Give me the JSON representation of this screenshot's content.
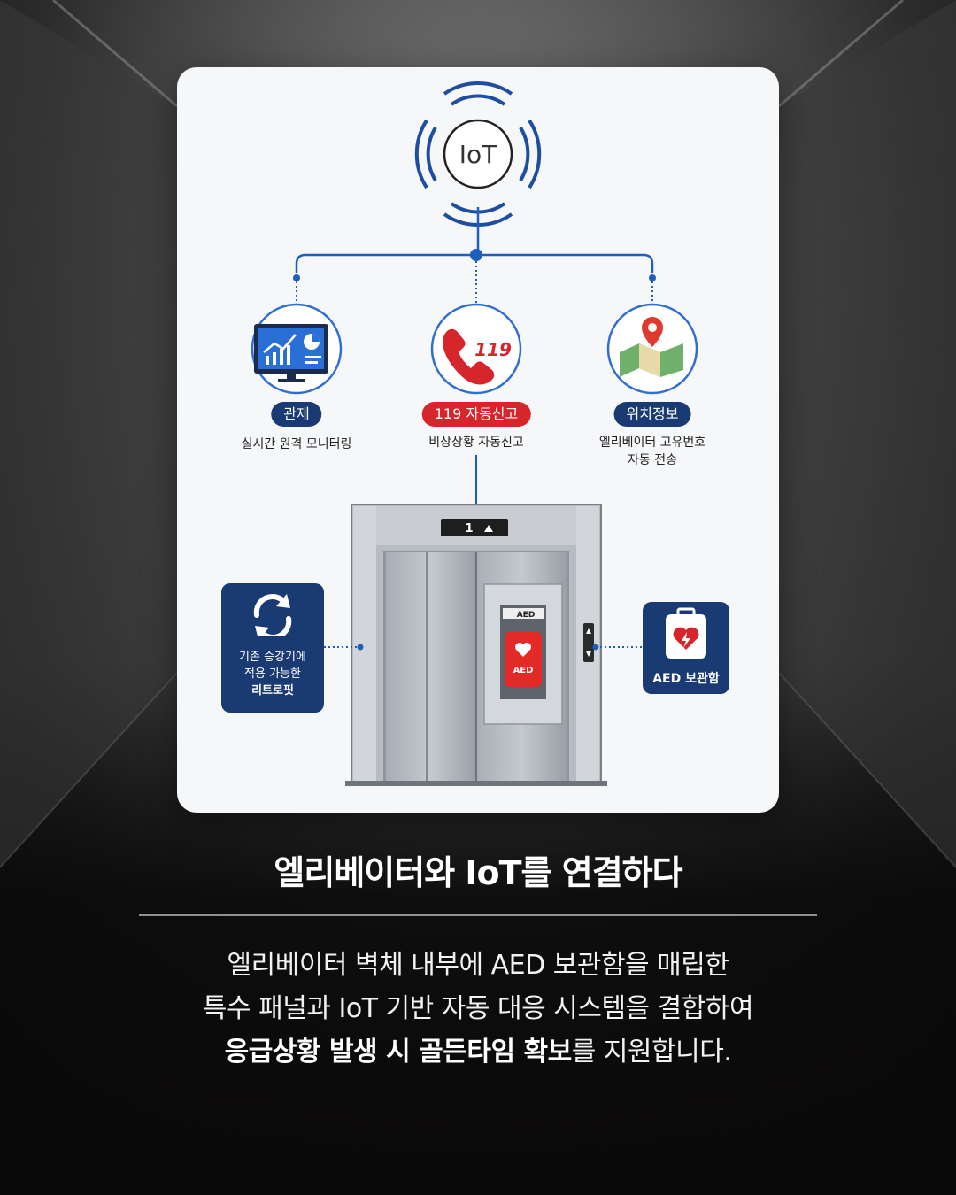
{
  "diagram": {
    "hub_label": "IoT",
    "features": [
      {
        "badge": "관제",
        "caption_lines": [
          "실시간 원격 모니터링"
        ],
        "badge_color": "#1a3a73",
        "icon": "monitor-chart-icon"
      },
      {
        "badge": "119 자동신고",
        "caption_lines": [
          "비상상황 자동신고"
        ],
        "badge_color": "#d7262b",
        "icon": "phone-119-icon",
        "icon_text": "119"
      },
      {
        "badge": "위치정보",
        "caption_lines": [
          "엘리베이터 고유번호",
          "자동 전송"
        ],
        "badge_color": "#1a3a73",
        "icon": "map-pin-icon"
      }
    ],
    "elevator": {
      "floor_indicator": "1",
      "aed_cabinet_label": "AED",
      "aed_device_label": "AED"
    },
    "left_box": {
      "lines": [
        "기존 승강기에",
        "적용 가능한"
      ],
      "bold_line": "리트로핏",
      "icon": "refresh-cycle-icon"
    },
    "right_box": {
      "label": "AED 보관함",
      "icon": "heart-defib-icon"
    },
    "colors": {
      "navy": "#1a3a73",
      "blue": "#1d5fbf",
      "red": "#d7262b"
    }
  },
  "headline": "엘리베이터와 IoT를 연결하다",
  "body": {
    "line1": "엘리베이터 벽체 내부에 AED 보관함을 매립한",
    "line2": "특수 패널과 IoT 기반 자동 대응 시스템을 결합하여",
    "line3_bold": "응급상황 발생 시 골든타임 확보",
    "line3_rest": "를 지원합니다."
  }
}
